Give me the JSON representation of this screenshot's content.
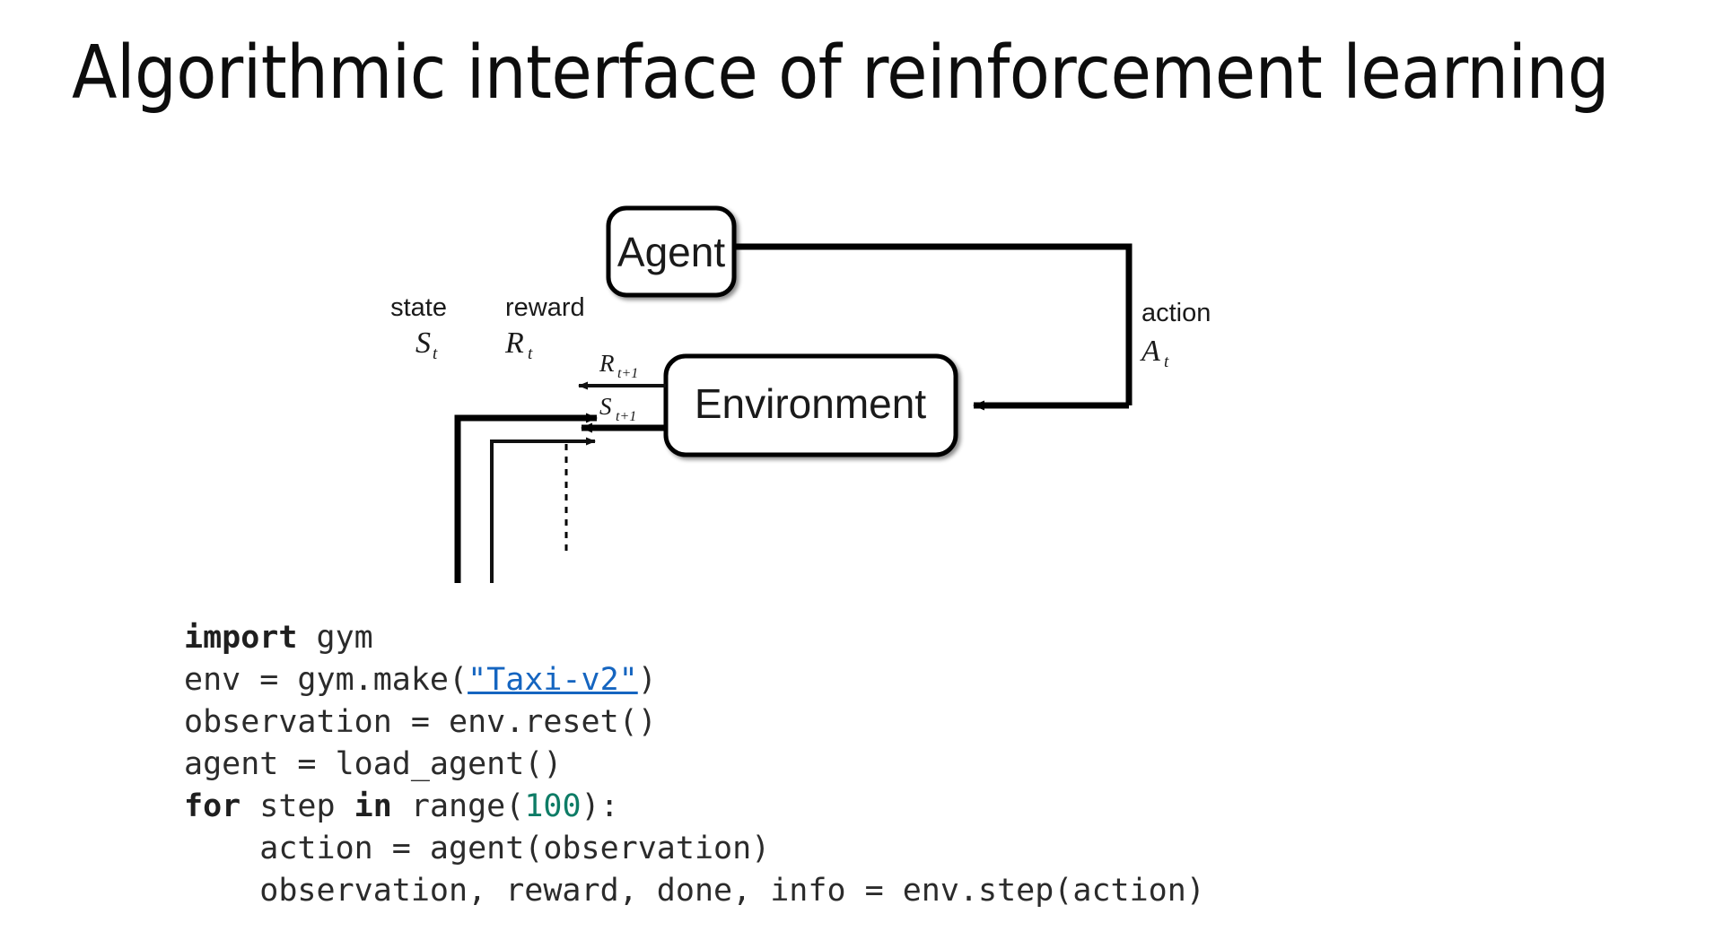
{
  "slide": {
    "title": "Algorithmic interface of reinforcement learning",
    "background_color": "#ffffff",
    "text_color": "#0d0d0d"
  },
  "diagram": {
    "name": "agent-environment-interaction-loop",
    "boxes": [
      {
        "id": "agent",
        "label": "Agent"
      },
      {
        "id": "environment",
        "label": "Environment"
      }
    ],
    "signals": [
      {
        "id": "state",
        "word": "state",
        "symbol": "S",
        "subscript": "t"
      },
      {
        "id": "reward",
        "word": "reward",
        "symbol": "R",
        "subscript": "t"
      },
      {
        "id": "action",
        "word": "action",
        "symbol": "A",
        "subscript": "t"
      }
    ],
    "next_step_labels": [
      {
        "id": "reward-next",
        "symbol": "R",
        "subscript": "t+1"
      },
      {
        "id": "state-next",
        "symbol": "S",
        "subscript": "t+1"
      }
    ],
    "line_color": "#000000",
    "box_fill": "#ffffff"
  },
  "code": {
    "language": "python",
    "link_color": "#1565c0",
    "number_color": "#0e7c66",
    "text_color": "#2b2b2b",
    "lines": [
      {
        "id": "line-1",
        "tokens": [
          {
            "t": "import",
            "style": "kw"
          },
          {
            "t": " gym",
            "style": "plain"
          }
        ]
      },
      {
        "id": "line-2",
        "tokens": [
          {
            "t": "env = gym.make(",
            "style": "plain"
          },
          {
            "t": "\"Taxi-v2\"",
            "style": "link"
          },
          {
            "t": ")",
            "style": "plain"
          }
        ]
      },
      {
        "id": "line-3",
        "tokens": [
          {
            "t": "observation = env.reset()",
            "style": "plain"
          }
        ]
      },
      {
        "id": "line-4",
        "tokens": [
          {
            "t": "agent = load_agent()",
            "style": "plain"
          }
        ]
      },
      {
        "id": "line-5",
        "tokens": [
          {
            "t": "for",
            "style": "kw"
          },
          {
            "t": " step ",
            "style": "plain"
          },
          {
            "t": "in",
            "style": "kw"
          },
          {
            "t": " range(",
            "style": "plain"
          },
          {
            "t": "100",
            "style": "num"
          },
          {
            "t": "):",
            "style": "plain"
          }
        ]
      },
      {
        "id": "line-6",
        "tokens": [
          {
            "t": "    action = agent(observation)",
            "style": "plain"
          }
        ]
      },
      {
        "id": "line-7",
        "tokens": [
          {
            "t": "    observation, reward, done, info = env.step(action)",
            "style": "plain"
          }
        ]
      }
    ]
  }
}
